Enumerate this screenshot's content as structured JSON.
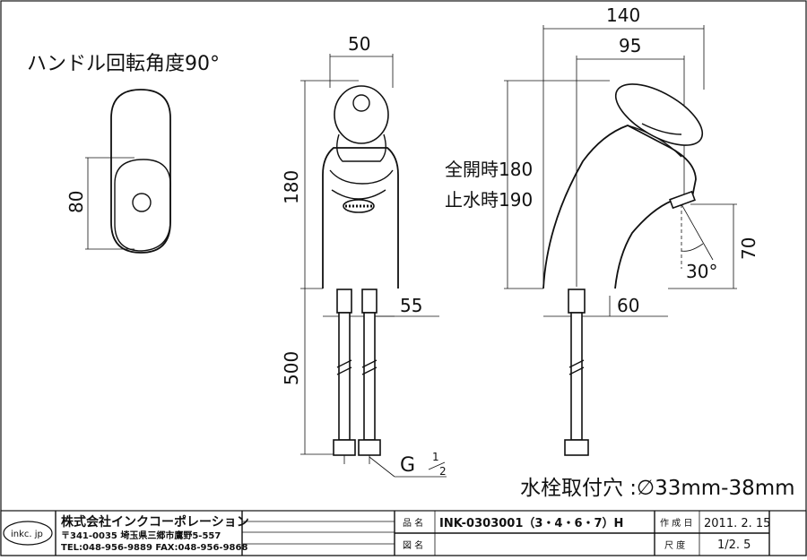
{
  "diagram": {
    "handle_note": "ハンドル回転角度90°",
    "dims": {
      "handle_height": "80",
      "front_width": "50",
      "front_height": "180",
      "pipe_spacing": "55",
      "hose_length": "500",
      "thread": "G",
      "thread_num": "1",
      "thread_den": "2",
      "side_total": "140",
      "side_reach": "95",
      "side_base": "60",
      "side_spout_height": "70",
      "spout_angle": "30°"
    },
    "heights": {
      "full_open": "全開時180",
      "stopped": "止水時190"
    },
    "mounting_hole": "水栓取付穴 :∅33mm-38mm"
  },
  "title_block": {
    "logo": "inkc. jp",
    "company": "株式会社インクコーポレーション",
    "address": "〒341-0035 埼玉県三郷市鷹野5-557",
    "contact": "TEL:048-956-9889  FAX:048-956-9868",
    "product_label": "品 名",
    "product_name": "INK-0303001（3・4・6・7）H",
    "drawing_label": "図 名",
    "drawing_name": "",
    "date_label": "作 成 日",
    "date": "2011. 2. 15",
    "scale_label": "尺 度",
    "scale": "1/2. 5"
  }
}
